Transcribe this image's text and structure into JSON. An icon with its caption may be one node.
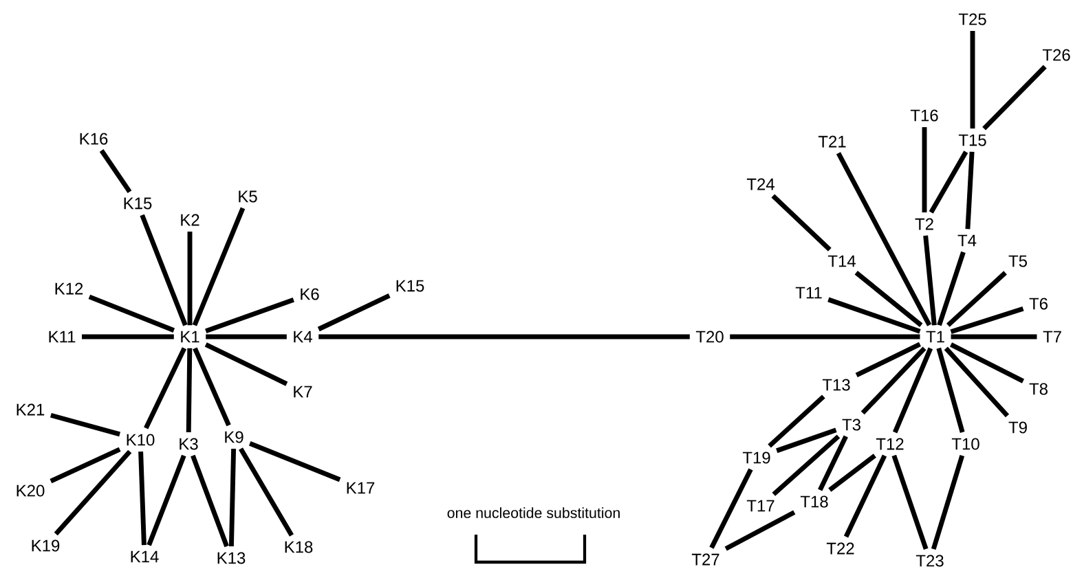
{
  "diagram": {
    "nodes": [
      {
        "text": [
          "K16"
        ]
      },
      {
        "text": [
          "K15"
        ]
      },
      {
        "text": [
          "K2"
        ]
      },
      {
        "text": [
          "K5"
        ]
      },
      {
        "text": [
          "K12"
        ]
      },
      {
        "text": [
          "K6"
        ]
      },
      {
        "text": [
          "K15"
        ]
      },
      {
        "text": [
          "K11"
        ]
      },
      {
        "text": [
          "K1"
        ]
      },
      {
        "text": [
          "K4"
        ]
      },
      {
        "text": [
          "K7"
        ]
      },
      {
        "text": [
          "K21"
        ]
      },
      {
        "text": [
          "K10"
        ]
      },
      {
        "text": [
          "K3"
        ]
      },
      {
        "text": [
          "K9"
        ]
      },
      {
        "text": [
          "K17"
        ]
      },
      {
        "text": [
          "K20"
        ]
      },
      {
        "text": [
          "K19"
        ]
      },
      {
        "text": [
          "K14"
        ]
      },
      {
        "text": [
          "K13"
        ]
      },
      {
        "text": [
          "K18"
        ]
      },
      {
        "text": [
          "T25"
        ]
      },
      {
        "text": [
          "T26"
        ]
      },
      {
        "text": [
          "T16"
        ]
      },
      {
        "text": [
          "T15"
        ]
      },
      {
        "text": [
          "T21"
        ]
      },
      {
        "text": [
          "T24"
        ]
      },
      {
        "text": [
          "T2"
        ]
      },
      {
        "text": [
          "T4"
        ]
      },
      {
        "text": [
          "T14"
        ]
      },
      {
        "text": [
          "T5"
        ]
      },
      {
        "text": [
          "T11"
        ]
      },
      {
        "text": [
          "T6"
        ]
      },
      {
        "text": [
          "T20"
        ]
      },
      {
        "text": [
          "T1"
        ]
      },
      {
        "text": [
          "T7"
        ]
      },
      {
        "text": [
          "T13"
        ]
      },
      {
        "text": [
          "T8"
        ]
      },
      {
        "text": [
          "T3"
        ]
      },
      {
        "text": [
          "T9"
        ]
      },
      {
        "text": [
          "T19"
        ]
      },
      {
        "text": [
          "T12"
        ]
      },
      {
        "text": [
          "T10"
        ]
      },
      {
        "text": [
          "T17"
        ]
      },
      {
        "text": [
          "T18"
        ]
      },
      {
        "text": [
          "T22"
        ]
      },
      {
        "text": [
          "T27"
        ]
      },
      {
        "text": [
          "T23"
        ]
      }
    ],
    "edges": [
      {
        "from": 0,
        "to": 1,
        "arrow": "none"
      },
      {
        "from": 1,
        "to": 8,
        "arrow": "none"
      },
      {
        "from": 2,
        "to": 8,
        "arrow": "none"
      },
      {
        "from": 3,
        "to": 8,
        "arrow": "none"
      },
      {
        "from": 4,
        "to": 8,
        "arrow": "none"
      },
      {
        "from": 5,
        "to": 8,
        "arrow": "none"
      },
      {
        "from": 7,
        "to": 8,
        "arrow": "none"
      },
      {
        "from": 8,
        "to": 9,
        "arrow": "none"
      },
      {
        "from": 9,
        "to": 6,
        "arrow": "none"
      },
      {
        "from": 8,
        "to": 10,
        "arrow": "none"
      },
      {
        "from": 8,
        "to": 12,
        "arrow": "none"
      },
      {
        "from": 8,
        "to": 13,
        "arrow": "none"
      },
      {
        "from": 8,
        "to": 14,
        "arrow": "none"
      },
      {
        "from": 12,
        "to": 11,
        "arrow": "none"
      },
      {
        "from": 12,
        "to": 16,
        "arrow": "none"
      },
      {
        "from": 12,
        "to": 17,
        "arrow": "none"
      },
      {
        "from": 12,
        "to": 18,
        "arrow": "none"
      },
      {
        "from": 13,
        "to": 18,
        "arrow": "none"
      },
      {
        "from": 13,
        "to": 19,
        "arrow": "none"
      },
      {
        "from": 14,
        "to": 19,
        "arrow": "none"
      },
      {
        "from": 14,
        "to": 15,
        "arrow": "none"
      },
      {
        "from": 14,
        "to": 20,
        "arrow": "none"
      },
      {
        "from": 9,
        "to": 33,
        "arrow": "none"
      },
      {
        "from": 21,
        "to": 24,
        "arrow": "none"
      },
      {
        "from": 22,
        "to": 24,
        "arrow": "none"
      },
      {
        "from": 23,
        "to": 27,
        "arrow": "none"
      },
      {
        "from": 24,
        "to": 27,
        "arrow": "none"
      },
      {
        "from": 24,
        "to": 28,
        "arrow": "none"
      },
      {
        "from": 25,
        "to": 34,
        "arrow": "none"
      },
      {
        "from": 26,
        "to": 29,
        "arrow": "none"
      },
      {
        "from": 29,
        "to": 34,
        "arrow": "none"
      },
      {
        "from": 31,
        "to": 34,
        "arrow": "none"
      },
      {
        "from": 27,
        "to": 34,
        "arrow": "none"
      },
      {
        "from": 28,
        "to": 34,
        "arrow": "none"
      },
      {
        "from": 30,
        "to": 34,
        "arrow": "none"
      },
      {
        "from": 32,
        "to": 34,
        "arrow": "none"
      },
      {
        "from": 33,
        "to": 34,
        "arrow": "none"
      },
      {
        "from": 34,
        "to": 35,
        "arrow": "none"
      },
      {
        "from": 34,
        "to": 36,
        "arrow": "none"
      },
      {
        "from": 34,
        "to": 38,
        "arrow": "none"
      },
      {
        "from": 34,
        "to": 41,
        "arrow": "none"
      },
      {
        "from": 34,
        "to": 37,
        "arrow": "none"
      },
      {
        "from": 34,
        "to": 39,
        "arrow": "none"
      },
      {
        "from": 34,
        "to": 42,
        "arrow": "none"
      },
      {
        "from": 36,
        "to": 40,
        "arrow": "none"
      },
      {
        "from": 38,
        "to": 40,
        "arrow": "none"
      },
      {
        "from": 38,
        "to": 43,
        "arrow": "none"
      },
      {
        "from": 38,
        "to": 44,
        "arrow": "none"
      },
      {
        "from": 41,
        "to": 44,
        "arrow": "none"
      },
      {
        "from": 41,
        "to": 45,
        "arrow": "none"
      },
      {
        "from": 40,
        "to": 46,
        "arrow": "none"
      },
      {
        "from": 44,
        "to": 46,
        "arrow": "none"
      },
      {
        "from": 41,
        "to": 47,
        "arrow": "none"
      },
      {
        "from": 42,
        "to": 47,
        "arrow": "none"
      }
    ],
    "labels": [
      "one nucleotide substitution"
    ]
  }
}
